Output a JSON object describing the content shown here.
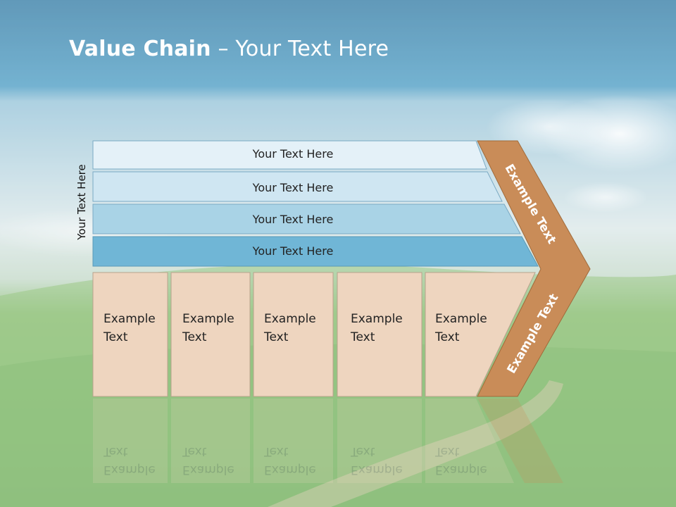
{
  "slide": {
    "title_bold": "Value Chain",
    "title_rest": " – Your Text Here",
    "side_label": "Your Text Here"
  },
  "bars": [
    {
      "label": "Your Text Here",
      "color": "#e4f1f8"
    },
    {
      "label": "Your Text Here",
      "color": "#cfe6f2"
    },
    {
      "label": "Your Text Here",
      "color": "#a9d3e6"
    },
    {
      "label": "Your Text Here",
      "color": "#70b6d6"
    }
  ],
  "boxes": [
    {
      "line1": "Example",
      "line2": "Text"
    },
    {
      "line1": "Example",
      "line2": "Text"
    },
    {
      "line1": "Example",
      "line2": "Text"
    },
    {
      "line1": "Example",
      "line2": "Text"
    },
    {
      "line1": "Example",
      "line2": "Text"
    }
  ],
  "arrow": {
    "upper_text": "Example Text",
    "lower_text": "Example Text",
    "color": "#c98c58"
  },
  "colors": {
    "box_fill": "#eed5bf",
    "sky_top": "#4a92b8",
    "grass": "#6fae5a"
  }
}
